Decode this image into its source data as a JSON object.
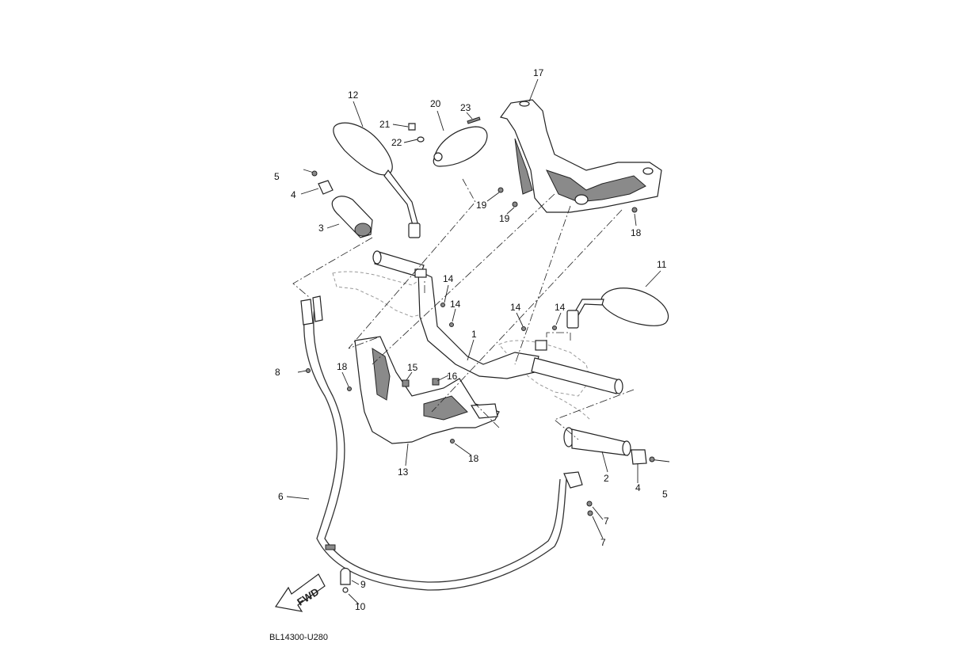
{
  "diagram": {
    "code": "BL14300-U280",
    "direction_label": "FWD",
    "callouts": {
      "c1": "1",
      "c2": "2",
      "c3": "3",
      "c4a": "4",
      "c4b": "4",
      "c5a": "5",
      "c5b": "5",
      "c6": "6",
      "c7a": "7",
      "c7b": "7",
      "c8": "8",
      "c9": "9",
      "c10": "10",
      "c11": "11",
      "c12": "12",
      "c13": "13",
      "c14a": "14",
      "c14b": "14",
      "c14c": "14",
      "c14d": "14",
      "c15": "15",
      "c16": "16",
      "c17": "17",
      "c18a": "18",
      "c18b": "18",
      "c18c": "18",
      "c19a": "19",
      "c19b": "19",
      "c20": "20",
      "c21": "21",
      "c22": "22",
      "c23": "23"
    }
  }
}
